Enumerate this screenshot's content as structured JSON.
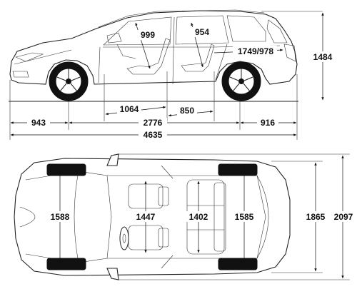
{
  "side_view": {
    "dims": {
      "front_headroom": "999",
      "rear_headroom": "954",
      "cargo_length": "1749/978",
      "height": "1484",
      "front_legroom": "1064",
      "rear_legroom": "850",
      "front_overhang": "943",
      "wheelbase": "2776",
      "rear_overhang": "916",
      "overall_length": "4635"
    }
  },
  "top_view": {
    "dims": {
      "front_track": "1588",
      "front_shoulder_width": "1447",
      "rear_shoulder_width": "1402",
      "rear_track": "1585",
      "body_width": "1865",
      "width_with_mirrors": "2097"
    }
  }
}
